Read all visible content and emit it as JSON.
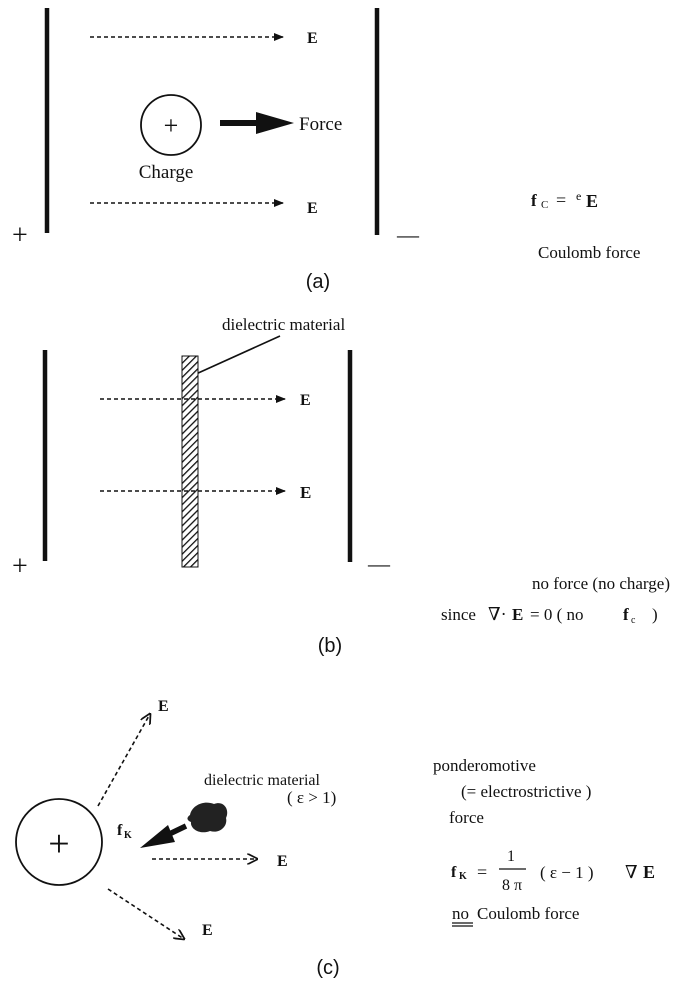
{
  "panel_a": {
    "field_label_top": "E",
    "field_label_bottom": "E",
    "charge_symbol": "+",
    "charge_label": "Charge",
    "force_label": "Force",
    "plus_plate": "+",
    "minus_plate": "—",
    "formula_lhs": "f",
    "formula_sub": "C",
    "formula_eq": "=",
    "formula_e": "e",
    "formula_E": "E",
    "formula_caption": "Coulomb force",
    "caption": "(a)"
  },
  "panel_b": {
    "dielectric_label": "dielectric material",
    "field_label_top": "E",
    "field_label_bottom": "E",
    "plus_plate": "+",
    "minus_plate": "—",
    "note_line1": "no force (no charge)",
    "note_since": "since",
    "note_nabla": "∇·",
    "note_E": "E",
    "note_eq": "= 0 ( no",
    "note_f": "f",
    "note_fsub": "c",
    "note_close": ")",
    "caption": "(b)"
  },
  "panel_c": {
    "charge_symbol": "+",
    "field_label_upper": "E",
    "field_label_middle": "E",
    "field_label_lower": "E",
    "dielectric_label": "dielectric material",
    "epsilon_condition": "( ε > 1)",
    "force_label": "f",
    "force_sub": "K",
    "desc_line1": "ponderomotive",
    "desc_line2": "(= electrostrictive )",
    "desc_line3": "force",
    "formula_lhs": "f",
    "formula_sub": "K",
    "formula_eq": "=",
    "formula_num": "1",
    "formula_den": "8 π",
    "formula_rest": "( ε − 1 )",
    "formula_grad": "∇",
    "formula_E": "E",
    "no_word": "no",
    "no_rest": "Coulomb force",
    "caption": "(c)"
  }
}
